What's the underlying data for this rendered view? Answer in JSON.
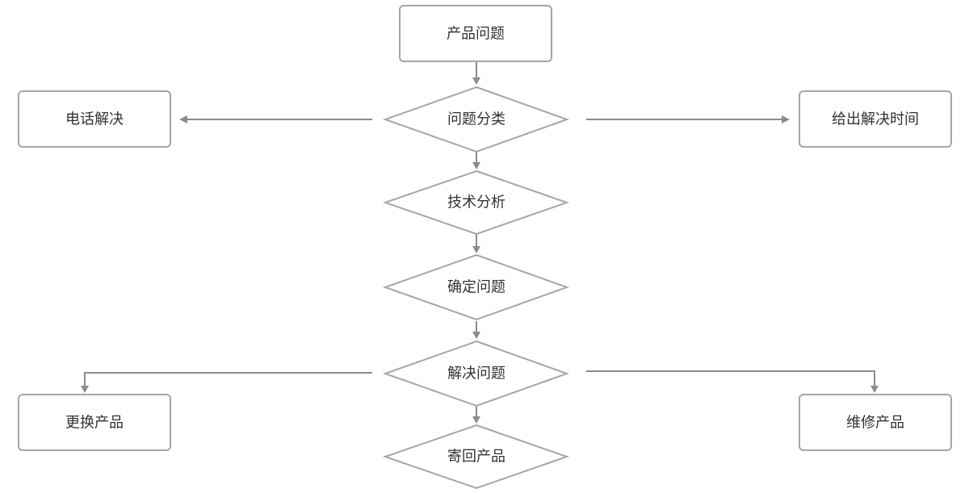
{
  "diagram": {
    "type": "flowchart",
    "nodes": {
      "product_issue": "产品问题",
      "issue_classification": "问题分类",
      "phone_resolution": "电话解决",
      "give_resolution_time": "给出解决时间",
      "technical_analysis": "技术分析",
      "confirm_issue": "确定问题",
      "resolve_issue": "解决问题",
      "replace_product": "更换产品",
      "repair_product": "维修产品",
      "return_product": "寄回产品"
    },
    "edges": [
      [
        "产品问题",
        "问题分类"
      ],
      [
        "问题分类",
        "电话解决"
      ],
      [
        "问题分类",
        "给出解决时间"
      ],
      [
        "问题分类",
        "技术分析"
      ],
      [
        "技术分析",
        "确定问题"
      ],
      [
        "确定问题",
        "解决问题"
      ],
      [
        "解决问题",
        "更换产品"
      ],
      [
        "解决问题",
        "维修产品"
      ],
      [
        "解决问题",
        "寄回产品"
      ]
    ],
    "colors": {
      "shape_stroke": "#a6a6a6",
      "connector": "#8c8c8c",
      "text": "#333333"
    }
  }
}
